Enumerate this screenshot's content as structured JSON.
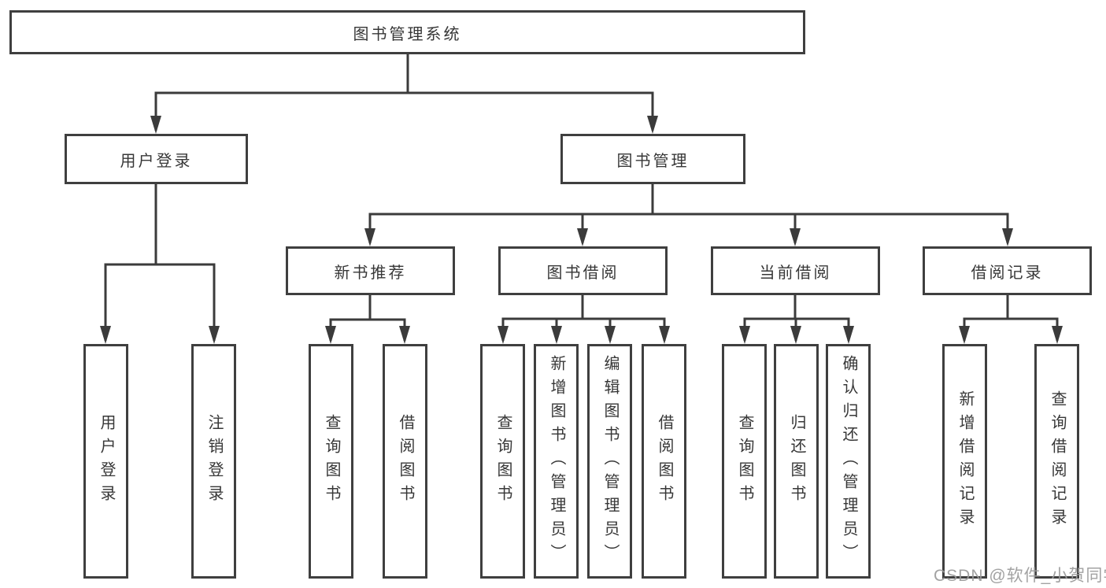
{
  "tree": {
    "root": {
      "label": "图书管理系统"
    },
    "branches": [
      {
        "label": "用户登录",
        "children": [
          {
            "label": "用户登录"
          },
          {
            "label": "注销登录"
          }
        ]
      },
      {
        "label": "图书管理",
        "sections": [
          {
            "label": "新书推荐",
            "children": [
              {
                "label": "查询图书"
              },
              {
                "label": "借阅图书"
              }
            ]
          },
          {
            "label": "图书借阅",
            "children": [
              {
                "label": "查询图书"
              },
              {
                "label": "新增图书（管理员）"
              },
              {
                "label": "编辑图书（管理员）"
              },
              {
                "label": "借阅图书"
              }
            ]
          },
          {
            "label": "当前借阅",
            "children": [
              {
                "label": "查询图书"
              },
              {
                "label": "归还图书"
              },
              {
                "label": "确认归还（管理员）"
              }
            ]
          },
          {
            "label": "借阅记录",
            "children": [
              {
                "label": "新增借阅记录"
              },
              {
                "label": "查询借阅记录"
              }
            ]
          }
        ]
      }
    ]
  },
  "watermark": {
    "text": "CSDN @软件_小贺同学"
  },
  "colors": {
    "line": "#3b3b3b",
    "box_border": "#3f3f3f",
    "text": "#373737",
    "watermark": "#9a9a9a",
    "background": "#ffffff"
  }
}
